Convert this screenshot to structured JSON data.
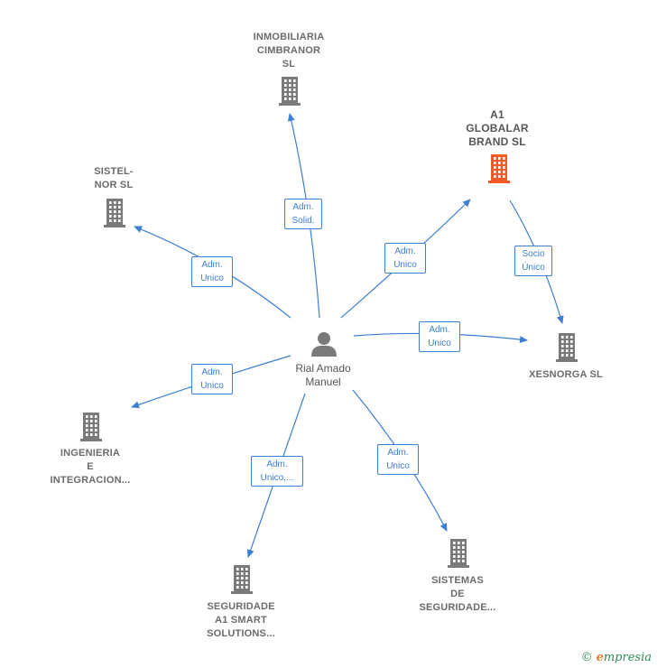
{
  "center": {
    "name": "Rial Amado Manuel",
    "line1": "Rial Amado",
    "line2": "Manuel",
    "icon": "person-icon"
  },
  "companies": [
    {
      "id": "inmobiliaria",
      "lines": [
        "INMOBILIARIA",
        "CIMBRANOR",
        "SL"
      ],
      "icon": "building-icon",
      "color": "#7a7a7a"
    },
    {
      "id": "a1globalar",
      "lines": [
        "A1",
        "GLOBALAR",
        "BRAND  SL"
      ],
      "icon": "building-icon",
      "color": "#f05a28"
    },
    {
      "id": "sistelnor",
      "lines": [
        "SISTEL-",
        "NOR SL"
      ],
      "icon": "building-icon",
      "color": "#7a7a7a"
    },
    {
      "id": "xesnorga",
      "lines": [
        "XESNORGA  SL"
      ],
      "icon": "building-icon",
      "color": "#7a7a7a"
    },
    {
      "id": "ingenieria",
      "lines": [
        "INGENIERIA",
        "E",
        "INTEGRACION..."
      ],
      "icon": "building-icon",
      "color": "#7a7a7a"
    },
    {
      "id": "seguridade",
      "lines": [
        "SEGURIDADE",
        "A1 SMART",
        "SOLUTIONS..."
      ],
      "icon": "building-icon",
      "color": "#7a7a7a"
    },
    {
      "id": "sistemas",
      "lines": [
        "SISTEMAS",
        "DE",
        "SEGURIDADE..."
      ],
      "icon": "building-icon",
      "color": "#7a7a7a"
    }
  ],
  "edges": [
    {
      "from": "center",
      "to": "inmobiliaria",
      "lines": [
        "Adm.",
        "Solid."
      ]
    },
    {
      "from": "center",
      "to": "sistelnor",
      "lines": [
        "Adm.",
        "Unico"
      ]
    },
    {
      "from": "center",
      "to": "a1globalar",
      "lines": [
        "Adm.",
        "Unico"
      ]
    },
    {
      "from": "a1globalar",
      "to": "xesnorga",
      "lines": [
        "Socio",
        "Único"
      ]
    },
    {
      "from": "center",
      "to": "xesnorga",
      "lines": [
        "Adm.",
        "Unico"
      ]
    },
    {
      "from": "center",
      "to": "ingenieria",
      "lines": [
        "Adm.",
        "Unico"
      ]
    },
    {
      "from": "center",
      "to": "seguridade",
      "lines": [
        "Adm.",
        "Unico,..."
      ]
    },
    {
      "from": "center",
      "to": "sistemas",
      "lines": [
        "Adm.",
        "Unico"
      ]
    }
  ],
  "colors": {
    "edge": "#3d7fd1",
    "node": "#7a7a7a",
    "highlight": "#f05a28"
  },
  "footer": {
    "copyright": "©",
    "brand_first": "e",
    "brand_rest": "mpresia"
  }
}
